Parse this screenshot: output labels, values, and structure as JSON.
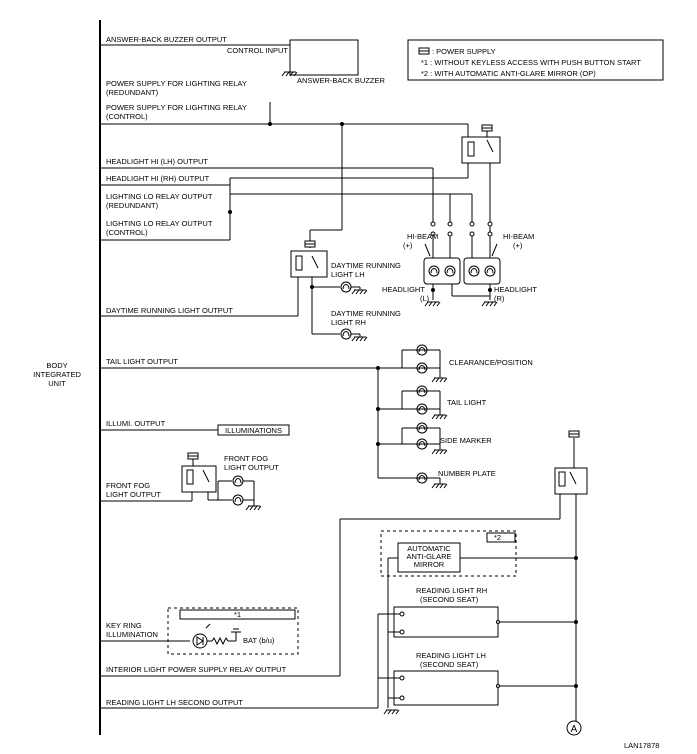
{
  "unit": {
    "l1": "BODY",
    "l2": "INTEGRATED",
    "l3": "UNIT"
  },
  "legend": {
    "power": ": POWER SUPPLY",
    "n1": "*1  : WITHOUT KEYLESS ACCESS WITH PUSH BUTTON START",
    "n2": "*2  : WITH AUTOMATIC ANTI-GLARE MIRROR (OP)"
  },
  "outputs": {
    "answer_back": "ANSWER-BACK BUZZER OUTPUT",
    "ps_red_1": "POWER SUPPLY FOR LIGHTING RELAY",
    "ps_red_2": "(REDUNDANT)",
    "ps_ctl_1": "POWER SUPPLY FOR LIGHTING RELAY",
    "ps_ctl_2": "(CONTROL)",
    "hi_lh": "HEADLIGHT HI (LH) OUTPUT",
    "hi_rh": "HEADLIGHT HI (RH) OUTPUT",
    "lo_red_1": "LIGHTING LO RELAY OUTPUT",
    "lo_red_2": "(REDUNDANT)",
    "lo_ctl_1": "LIGHTING LO RELAY OUTPUT",
    "lo_ctl_2": "(CONTROL)",
    "drl": "DAYTIME RUNNING LIGHT OUTPUT",
    "tail": "TAIL LIGHT OUTPUT",
    "illumi": "ILLUMI. OUTPUT",
    "fog_1": "FRONT FOG",
    "fog_2": "LIGHT OUTPUT",
    "key_1": "KEY RING",
    "key_2": "ILLUMINATION",
    "interior": "INTERIOR LIGHT POWER SUPPLY RELAY OUTPUT",
    "reading": "READING LIGHT LH SECOND OUTPUT"
  },
  "components": {
    "control_input": "CONTROL INPUT",
    "buzzer": "ANSWER-BACK BUZZER",
    "hibeam_l_1": "HI-BEAM",
    "hibeam_l_2": "(+)",
    "hibeam_r_1": "HI-BEAM",
    "hibeam_r_2": "(+)",
    "head_l_1": "HEADLIGHT",
    "head_l_2": "(L)",
    "head_r_1": "HEADLIGHT",
    "head_r_2": "(R)",
    "drl_lh_1": "DAYTIME RUNNING",
    "drl_lh_2": "LIGHT LH",
    "drl_rh_1": "DAYTIME RUNNING",
    "drl_rh_2": "LIGHT RH",
    "clearance": "CLEARANCE/POSITION",
    "tail_light": "TAIL LIGHT",
    "side_marker": "SIDE MARKER",
    "number_plate": "NUMBER PLATE",
    "illuminations": "ILLUMINATIONS",
    "fog_lamp_1": "FRONT FOG",
    "fog_lamp_2": "LIGHT OUTPUT",
    "mirror_1": "AUTOMATIC",
    "mirror_2": "ANTI-GLARE",
    "mirror_3": "MIRROR",
    "star2": "*2",
    "star1": "*1",
    "bat": "BAT (b/u)",
    "read_rh_1": "READING LIGHT RH",
    "read_rh_2": "(SECOND SEAT)",
    "read_lh_1": "READING LIGHT LH",
    "read_lh_2": "(SECOND SEAT)",
    "connector": "A"
  },
  "figure_id": "LAN17878"
}
